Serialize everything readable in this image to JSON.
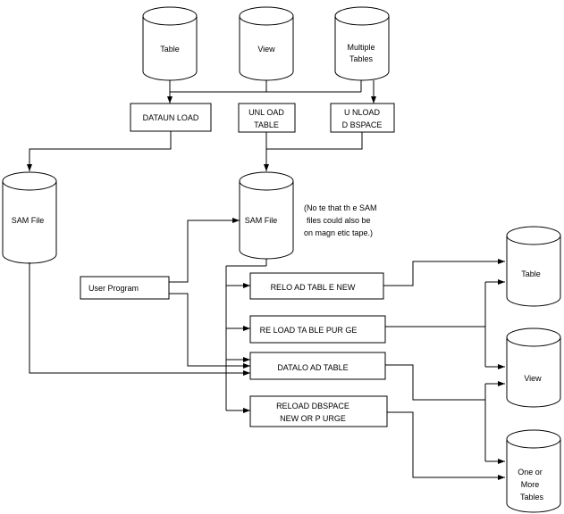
{
  "diagram": {
    "sources": {
      "table": "Table",
      "view": "View",
      "multiple_tables": [
        "Multiple",
        "Tables"
      ]
    },
    "unload": {
      "dataunload": "DATAUN LOAD",
      "unload_table": [
        "UNL OAD",
        "TABLE"
      ],
      "unload_dbspace": [
        "U NLOAD",
        "D BSPACE"
      ]
    },
    "sam_file_left": "SAM File",
    "sam_file_center": "SAM File",
    "note": [
      "(No te that th e SAM",
      "files could also be",
      "on magn etic tape.)"
    ],
    "user_program": "User Program",
    "reload": {
      "reload_table_new": "RELO AD TABL E NEW",
      "reload_table_purge": "RE LOAD TA BLE PUR GE",
      "dataload_table": "DATALO AD TABLE",
      "reload_dbspace": [
        "RELOAD DBSPACE",
        "NEW OR P URGE"
      ]
    },
    "targets": {
      "table": "Table",
      "view": "View",
      "one_or_more_tables": [
        "One or",
        "More",
        "Tables"
      ]
    }
  }
}
